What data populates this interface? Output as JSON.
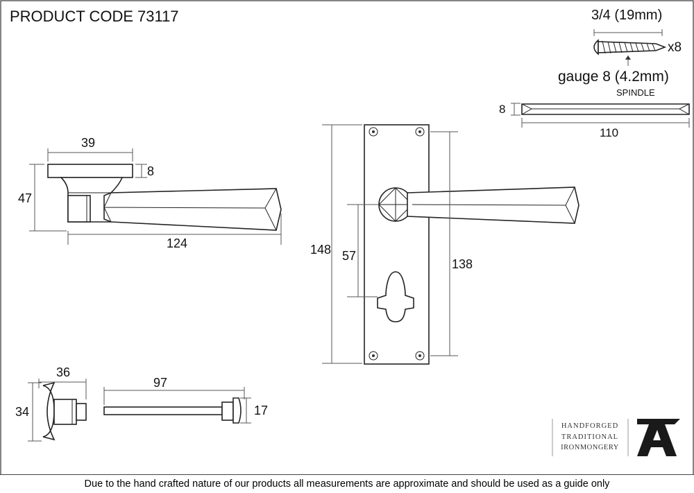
{
  "product_code_label": "PRODUCT CODE",
  "product_code": "73117",
  "screw": {
    "length": "3/4 (19mm)",
    "quantity": "x8",
    "gauge": "gauge 8 (4.2mm)"
  },
  "spindle": {
    "label": "SPINDLE",
    "thickness": "8",
    "length": "110"
  },
  "lever_side": {
    "rose_width": "39",
    "rose_depth": "8",
    "height": "47",
    "length": "124"
  },
  "backplate": {
    "height": "148",
    "centres": "57",
    "fixing_centres": "138"
  },
  "turn": {
    "width": "36",
    "height": "34"
  },
  "release": {
    "length": "97",
    "diameter": "17"
  },
  "logo": {
    "line1": "HANDFORGED",
    "line2": "TRADITIONAL",
    "line3": "IRONMONGERY",
    "mark": "A"
  },
  "footer_note": "Due to the hand crafted nature of our products all measurements are approximate and should be used as a guide only"
}
